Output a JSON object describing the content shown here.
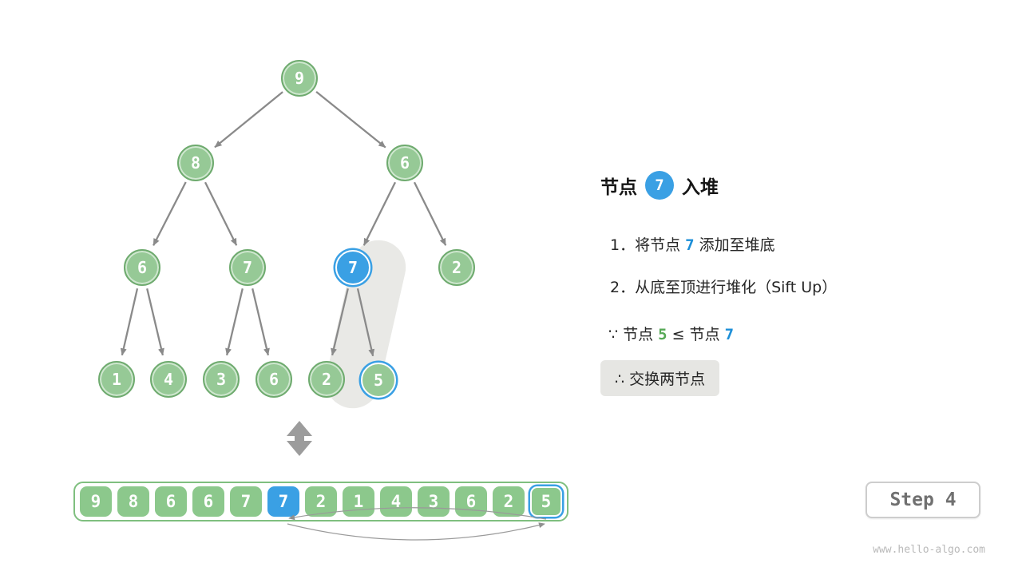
{
  "panel": {
    "title": {
      "prefix": "节点",
      "badge": "7",
      "suffix": "入堆"
    },
    "step1": {
      "pre": "1．将节点 ",
      "num": "7",
      "post": " 添加至堆底"
    },
    "step2": "2．从底至顶进行堆化（Sift Up）",
    "because": {
      "pre": "∵ 节点 ",
      "a": "5",
      "mid": " ≤ 节点 ",
      "b": "7"
    },
    "therefore": "∴ 交换两节点"
  },
  "tree": {
    "values": [
      "9",
      "8",
      "6",
      "6",
      "7",
      "7",
      "2",
      "1",
      "4",
      "3",
      "6",
      "2",
      "5"
    ]
  },
  "array": {
    "values": [
      "9",
      "8",
      "6",
      "6",
      "7",
      "7",
      "2",
      "1",
      "4",
      "3",
      "6",
      "2",
      "5"
    ]
  },
  "step_label": "Step 4",
  "watermark": "www.hello-algo.com",
  "colors": {
    "node_green": "#8CC88C",
    "node_blue": "#3AA0E4",
    "arrow_gray": "#8A8A8A",
    "highlight_gray": "#E9E9E6",
    "text_blue": "#1D8FD8",
    "text_green": "#57A957"
  }
}
